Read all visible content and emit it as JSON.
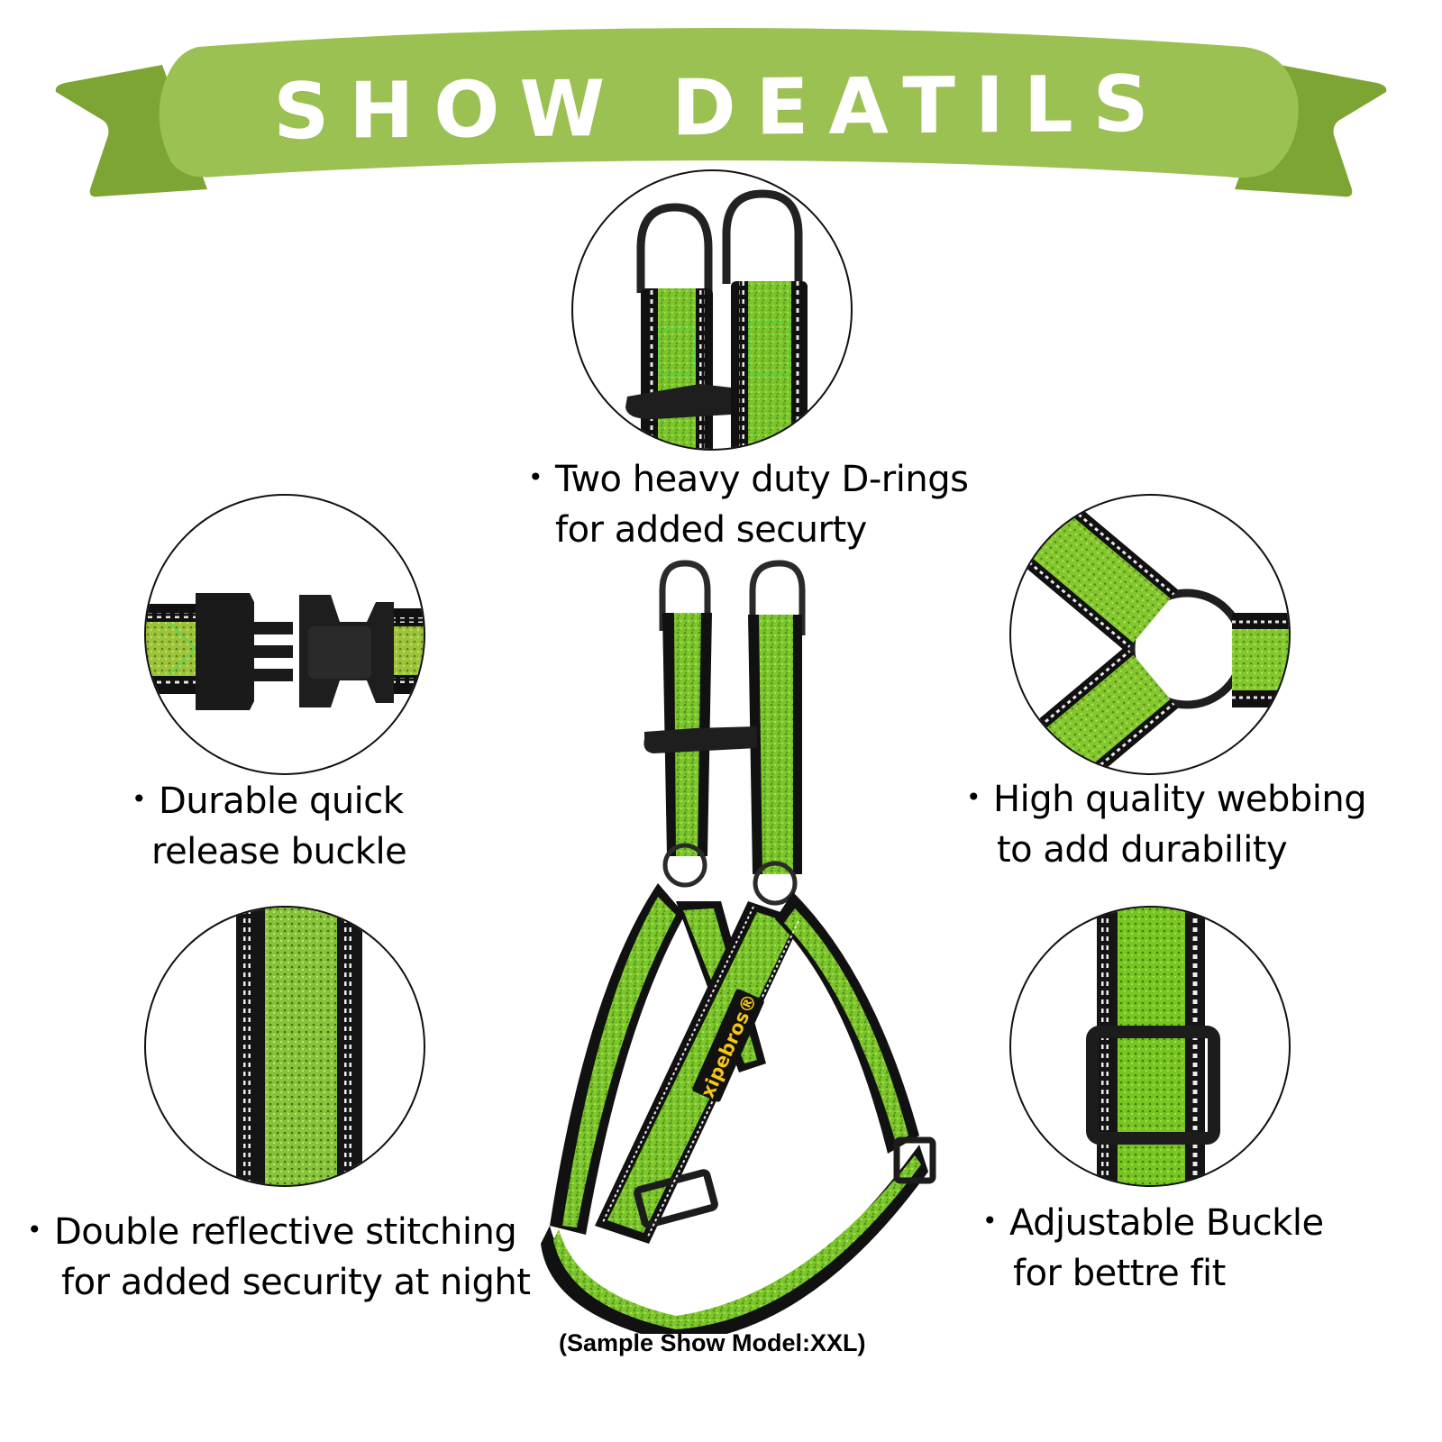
{
  "banner": {
    "title": "SHOW DEATILS",
    "colors": {
      "main": "#9BC153",
      "tails": "#7DA533",
      "text": "#FFFFFF"
    }
  },
  "features": [
    {
      "id": "d-rings",
      "bullet": "•",
      "line1": "Two heavy duty D-rings",
      "line2": "for added securty",
      "icon": "d-ring-closeup"
    },
    {
      "id": "buckle",
      "bullet": "•",
      "line1": "Durable quick",
      "line2": "release buckle",
      "icon": "quick-release-buckle-closeup"
    },
    {
      "id": "webbing",
      "bullet": "•",
      "line1": "High quality webbing",
      "line2": "to add durability",
      "icon": "o-ring-webbing-closeup"
    },
    {
      "id": "reflective",
      "bullet": "•",
      "line1": "Double reflective stitching",
      "line2": "for added security at night",
      "icon": "reflective-strap-closeup"
    },
    {
      "id": "adjustable",
      "bullet": "•",
      "line1": "Adjustable Buckle",
      "line2": "for bettre fit",
      "icon": "slide-buckle-closeup"
    }
  ],
  "product": {
    "brand_tag": "xipebros®",
    "model_caption": "(Sample Show Model:XXL)",
    "colors": {
      "webbing": "#7CC52C",
      "webbing_dark": "#4E8F1A",
      "trim": "#111111",
      "reflective": "#E8E8E8",
      "hardware": "#2A2A2A",
      "tag_text": "#F5C518"
    }
  }
}
